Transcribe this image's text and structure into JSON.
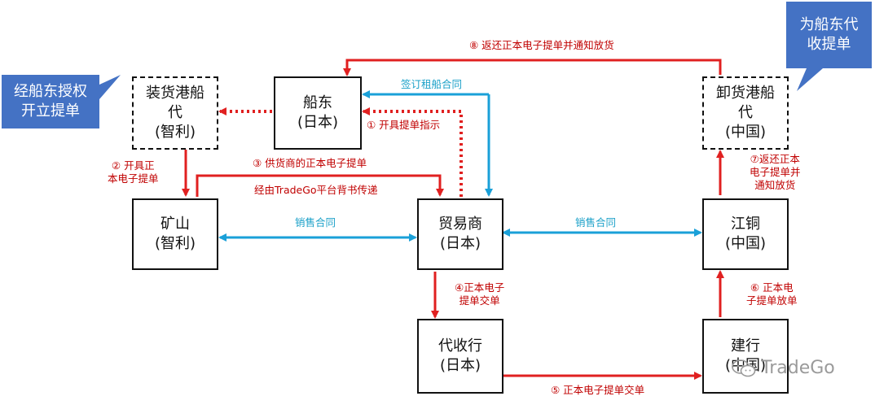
{
  "nodes": {
    "loading_agent": {
      "line1": "装货港船",
      "line2": "代",
      "line3": "(智利)"
    },
    "shipowner": {
      "line1": "船东",
      "line2": "(日本)"
    },
    "discharge_agent": {
      "line1": "卸货港船",
      "line2": "代",
      "line3": "(中国)"
    },
    "mine": {
      "line1": "矿山",
      "line2": "(智利)"
    },
    "trader": {
      "line1": "贸易商",
      "line2": "(日本)"
    },
    "jiangtong": {
      "line1": "江铜",
      "line2": "(中国)"
    },
    "collecting_bank": {
      "line1": "代收行",
      "line2": "(日本)"
    },
    "ccb": {
      "line1": "建行",
      "line2": "(中国)"
    }
  },
  "callouts": {
    "left": {
      "line1": "经船东授权",
      "line2": "开立提单"
    },
    "right": {
      "line1": "为船东代",
      "line2": "收提单"
    }
  },
  "labels": {
    "step1": "① 开具提单指示",
    "step2": {
      "line1": "② 开具正",
      "line2": "本电子提单"
    },
    "step3": "③ 供货商的正本电子提单",
    "step3_sub": "经由TradeGo平台背书传递",
    "step4": {
      "line1": "④正本电子",
      "line2": "提单交单"
    },
    "step5": "⑤ 正本电子提单交单",
    "step6": {
      "line1": "⑥ 正本电",
      "line2": "子提单放单"
    },
    "step7": {
      "line1": "⑦返还正本",
      "line2": "电子提单并",
      "line3": "通知放货"
    },
    "step8": "⑧ 返还正本电子提单并通知放货",
    "charter": "签订租船合同",
    "sales_left": "销售合同",
    "sales_right": "销售合同"
  },
  "watermark": "TradeGo",
  "colors": {
    "red_arrow": "#e02020",
    "blue_arrow": "#1aa0d8",
    "label_red": "#c00000",
    "label_blue": "#1aa0c8",
    "callout_fill": "#4472c4",
    "box_border": "#111111"
  },
  "icons": {
    "watermark": "wechat-icon"
  }
}
